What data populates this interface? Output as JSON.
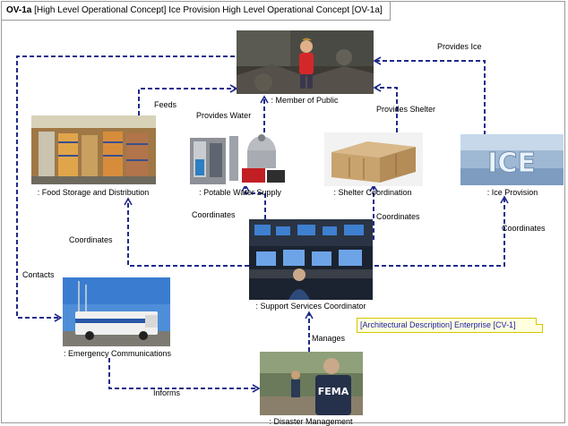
{
  "diagram": {
    "title_bold": "OV-1a",
    "title_rest": "[High Level Operational Concept] Ice Provision High Level Operational Concept [OV-1a]"
  },
  "nodes": {
    "member_of_public": ": Member of Public",
    "food_storage": ": Food Storage and Distribution",
    "potable_water": ": Potable Water Supply",
    "shelter": ": Shelter Coordination",
    "ice_provision": ": Ice Provision",
    "support_services": ": Support Services Coordinator",
    "emergency_comms": ": Emergency Communications",
    "disaster_mgmt": ": Disaster Management"
  },
  "edges": {
    "provides_ice": "Provides Ice",
    "feeds": "Feeds",
    "provides_water": "Provides Water",
    "provides_shelter": "Provides Shelter",
    "coordinates_water": "Coordinates",
    "coordinates_shelter": "Coordinates",
    "coordinates_food": "Coordinates",
    "coordinates_ice": "Coordinates",
    "contacts": "Contacts",
    "manages": "Manages",
    "informs": "Informs"
  },
  "note": {
    "text": "[Architectural Description] Enterprise [CV-1]"
  },
  "image_text": {
    "ice_logo": "ICE",
    "fema_logo": "FEMA"
  },
  "colors": {
    "connector": "#1f2a8a",
    "note_fill": "#ffffe0",
    "note_text": "#1a1aa6"
  }
}
